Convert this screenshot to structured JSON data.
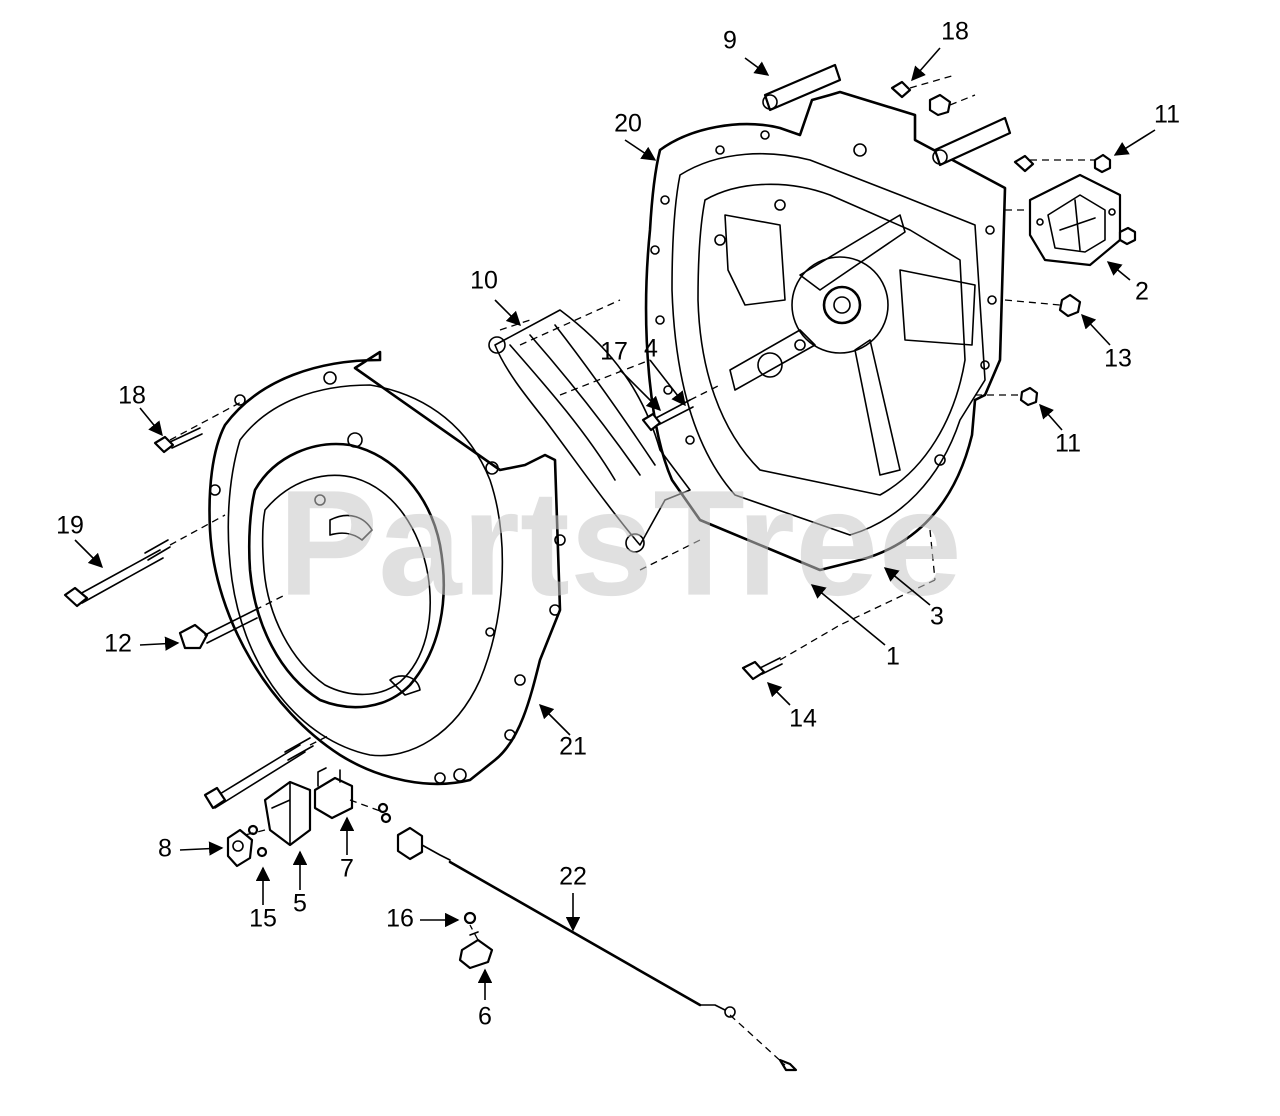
{
  "watermark": "PartsTree",
  "callouts": [
    {
      "id": "1",
      "label": "1"
    },
    {
      "id": "2",
      "label": "2"
    },
    {
      "id": "3",
      "label": "3"
    },
    {
      "id": "4",
      "label": "4"
    },
    {
      "id": "5",
      "label": "5"
    },
    {
      "id": "6",
      "label": "6"
    },
    {
      "id": "7",
      "label": "7"
    },
    {
      "id": "8",
      "label": "8"
    },
    {
      "id": "9",
      "label": "9"
    },
    {
      "id": "10",
      "label": "10"
    },
    {
      "id": "11a",
      "label": "11"
    },
    {
      "id": "11b",
      "label": "11"
    },
    {
      "id": "12",
      "label": "12"
    },
    {
      "id": "13",
      "label": "13"
    },
    {
      "id": "14",
      "label": "14"
    },
    {
      "id": "15",
      "label": "15"
    },
    {
      "id": "16",
      "label": "16"
    },
    {
      "id": "17",
      "label": "17"
    },
    {
      "id": "18a",
      "label": "18"
    },
    {
      "id": "18b",
      "label": "18"
    },
    {
      "id": "19",
      "label": "19"
    },
    {
      "id": "20",
      "label": "20"
    },
    {
      "id": "21",
      "label": "21"
    },
    {
      "id": "22",
      "label": "22"
    }
  ]
}
